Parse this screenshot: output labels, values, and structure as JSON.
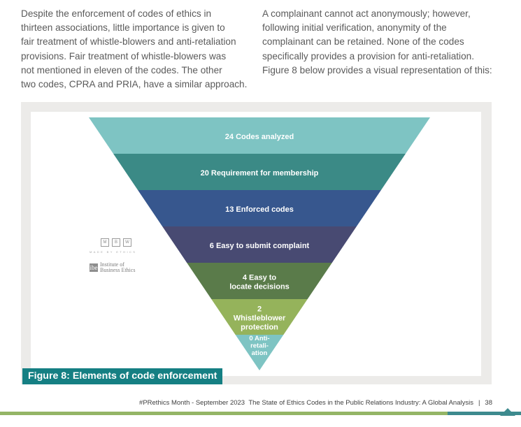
{
  "body_text": {
    "left_lines": [
      "Despite the enforcement of codes of ethics in",
      "thirteen associations, little importance is given to",
      "fair treatment of whistle-blowers and anti-retaliation",
      "provisions. Fair treatment of whistle-blowers was",
      "not mentioned in eleven of the codes. The other",
      "two codes, CPRA and PRIA, have a similar approach."
    ],
    "right_lines": [
      "A complainant cannot act anonymously; however,",
      "following initial verification, anonymity of the",
      "complainant can be retained. None of the codes",
      "specifically provides a provision for anti-retaliation.",
      "Figure 8 below provides a visual representation of this:"
    ]
  },
  "figure": {
    "caption": "Figure 8: Elements of code enforcement",
    "levels": [
      {
        "lines": [
          "24 Codes analyzed"
        ],
        "color": "#7ec4c3"
      },
      {
        "lines": [
          "20 Requirement for membership"
        ],
        "color": "#3b8a86"
      },
      {
        "lines": [
          "13 Enforced codes"
        ],
        "color": "#37578e"
      },
      {
        "lines": [
          "6 Easy to submit complaint"
        ],
        "color": "#484a72"
      },
      {
        "lines": [
          "4 Easy to",
          "locate decisions"
        ],
        "color": "#5a7b4a"
      },
      {
        "lines": [
          "2",
          "Whistleblower",
          "protection"
        ],
        "color": "#95b35b"
      },
      {
        "lines": [
          "0 Anti-",
          "retali-",
          "ation"
        ],
        "color": "#7ec4c3"
      }
    ],
    "logos": {
      "mbw_letters": [
        "M",
        "B",
        "W"
      ],
      "mbw_tagline": "MADE BY ETHICS",
      "ibe_mark": "ibe",
      "ibe_lines": [
        "Institute of",
        "Business Ethics"
      ]
    }
  },
  "footer": {
    "left": "#PRethics Month - September 2023",
    "title": "The State of Ethics Codes in the Public Relations Industry: A Global Analysis",
    "separator": "|",
    "page": "38"
  },
  "colors": {
    "text": "#5a5a5a",
    "caption_bg": "#157f83",
    "frame_bg": "#ecebe9",
    "bottom_bar": "#94b566",
    "accent": "#3d8a8e"
  }
}
